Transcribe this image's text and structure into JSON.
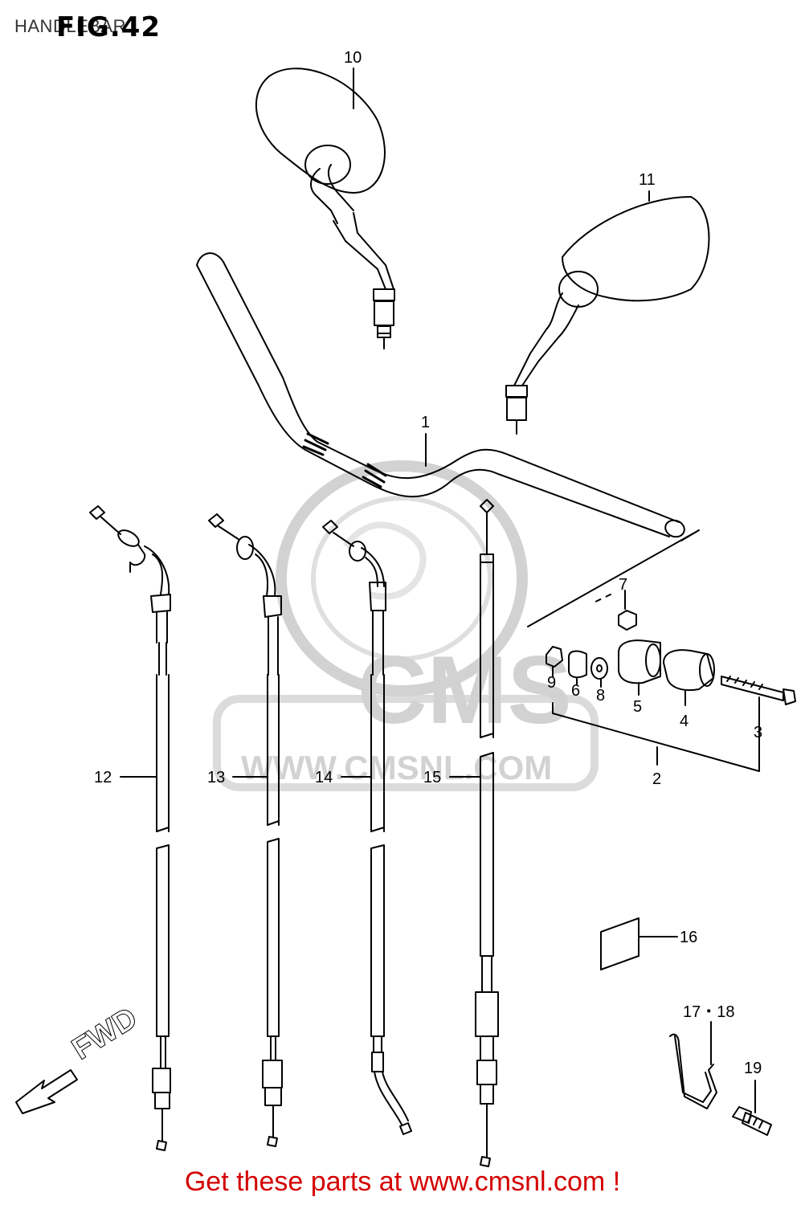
{
  "page": {
    "heading": "HANDLEBAR",
    "figure_title": "FIG.42",
    "cta_text": "Get these parts at www.cmsnl.com !"
  },
  "watermark": {
    "brand": "CMS",
    "url": "WWW.CMSNL.COM"
  },
  "direction": {
    "label": "FWD"
  },
  "callouts": {
    "c1": "1",
    "c2": "2",
    "c3": "3",
    "c4": "4",
    "c5": "5",
    "c6": "6",
    "c7": "7",
    "c8": "8",
    "c9": "9",
    "c10": "10",
    "c11": "11",
    "c12": "12",
    "c13": "13",
    "c14": "14",
    "c15": "15",
    "c16": "16",
    "c17_18": "17・18",
    "c19": "19"
  },
  "colors": {
    "line": "#000000",
    "cta": "#d40000",
    "watermark": "#cfcfcf"
  }
}
